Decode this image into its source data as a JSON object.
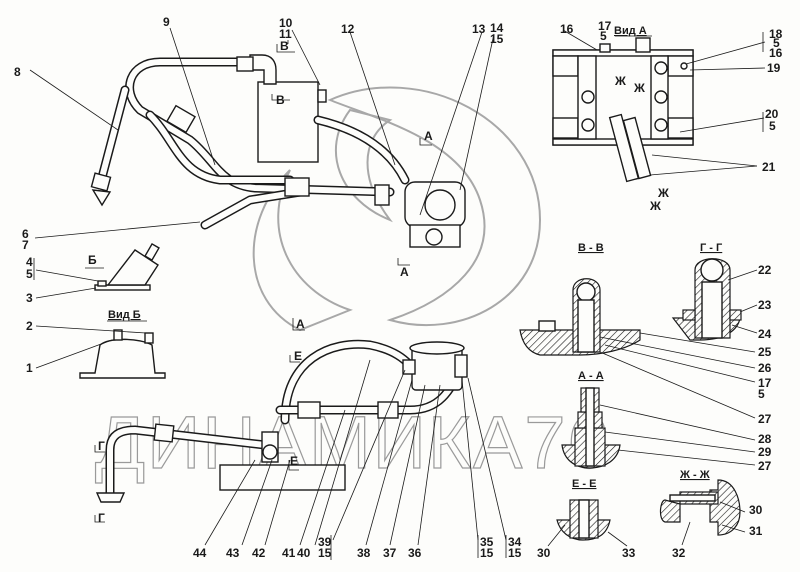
{
  "watermark": "ДИНАМИКА76",
  "section_titles": {
    "view_a": "Вид А",
    "view_b": "Вид Б",
    "section_v": "В - В",
    "section_g": "Г - Г",
    "section_a": "А - А",
    "section_e": "Е - Е",
    "section_zh": "Ж - Ж"
  },
  "section_marks": {
    "a": "А",
    "b": "Б",
    "v": "В",
    "g": "Г",
    "e": "Е",
    "zh": "Ж"
  },
  "callouts": {
    "c1": "1",
    "c2": "2",
    "c3": "3",
    "c4": "4",
    "c5": "5",
    "c6": "6",
    "c7": "7",
    "c8": "8",
    "c9": "9",
    "c10": "10",
    "c11": "11",
    "c12": "12",
    "c13": "13",
    "c14": "14",
    "c15": "15",
    "c16": "16",
    "c17": "17",
    "c18": "18",
    "c19": "19",
    "c20": "20",
    "c21": "21",
    "c22": "22",
    "c23": "23",
    "c24": "24",
    "c25": "25",
    "c26": "26",
    "c27": "27",
    "c28": "28",
    "c29": "29",
    "c30": "30",
    "c31": "31",
    "c32": "32",
    "c33": "33",
    "c34": "34",
    "c35": "35",
    "c36": "36",
    "c37": "37",
    "c38": "38",
    "c39": "39",
    "c40": "40",
    "c41": "41",
    "c42": "42",
    "c43": "43",
    "c44": "44"
  }
}
